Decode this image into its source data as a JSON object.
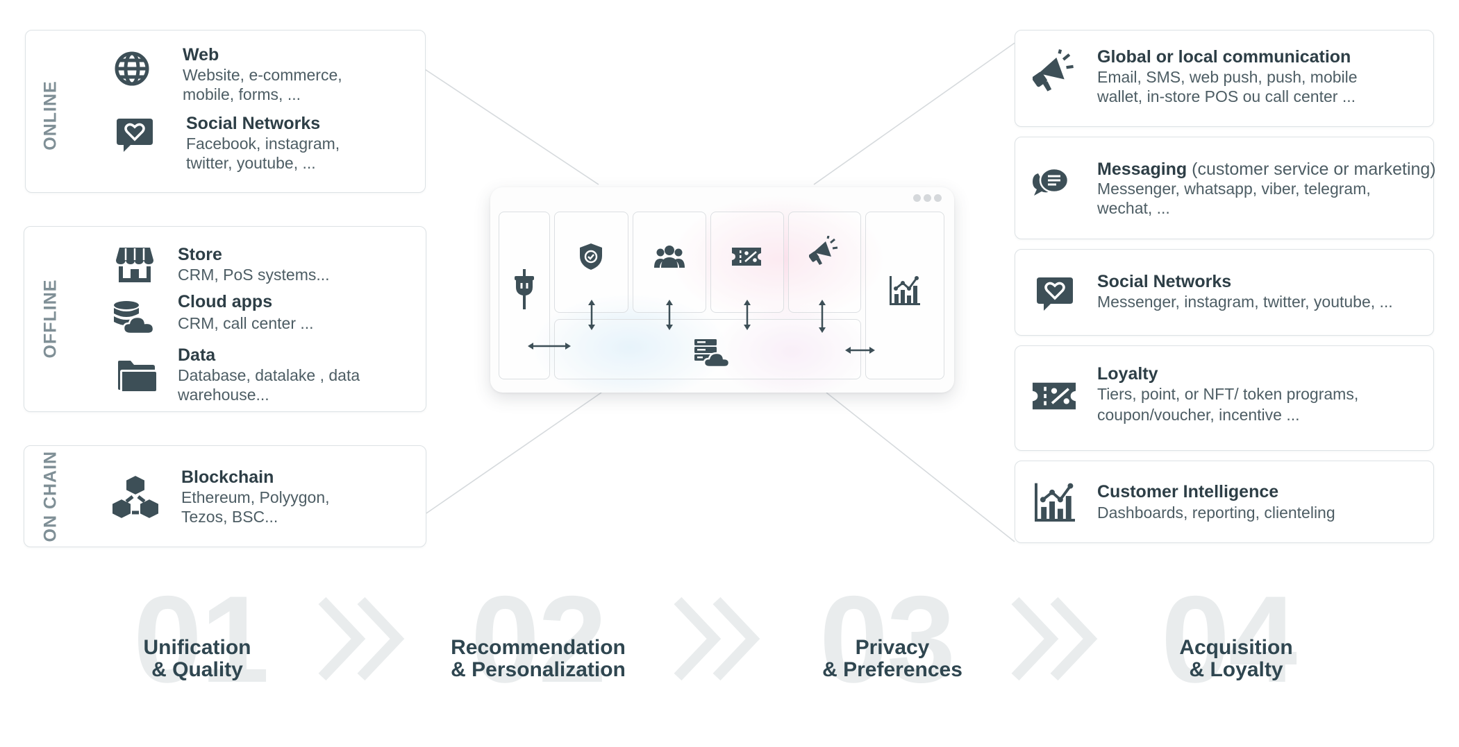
{
  "colors": {
    "icon": "#3d4f57",
    "border": "#dde2e5",
    "label": "#7f8f96",
    "numeral": "#e9eced"
  },
  "left": {
    "online": {
      "label": "ONLINE",
      "items": [
        {
          "icon": "globe-icon",
          "title": "Web",
          "desc1": "Website,  e-commerce,",
          "desc2": "mobile, forms, ..."
        },
        {
          "icon": "chat-heart-icon",
          "title": "Social Networks",
          "desc1": "Facebook, instagram,",
          "desc2": "twitter, youtube, ..."
        }
      ]
    },
    "offline": {
      "label": "OFFLINE",
      "items": [
        {
          "icon": "store-icon",
          "title": "Store",
          "desc1": "CRM, PoS systems..."
        },
        {
          "icon": "database-cloud-icon",
          "title": "Cloud apps",
          "desc1": "CRM, call center ..."
        },
        {
          "icon": "folder-icon",
          "title": "Data",
          "desc1": "Database, datalake , data",
          "desc2": "warehouse..."
        }
      ]
    },
    "onchain": {
      "label": "ON CHAIN",
      "items": [
        {
          "icon": "blockchain-icon",
          "title": "Blockchain",
          "desc1": "Ethereum, Polyygon,",
          "desc2": "Tezos, BSC..."
        }
      ]
    }
  },
  "right": [
    {
      "icon": "megaphone-icon",
      "title": "Global or local communication",
      "desc1": "Email, SMS, web push, push, mobile",
      "desc2": "wallet, in-store POS ou call center ..."
    },
    {
      "icon": "chat-bubbles-icon",
      "title": "Messaging",
      "title_note": " (customer service or marketing)",
      "desc1": "Messenger, whatsapp, viber, telegram,",
      "desc2": "wechat, ..."
    },
    {
      "icon": "chat-heart-icon",
      "title": "Social Networks",
      "desc1": "Messenger, instagram, twitter, youtube, ..."
    },
    {
      "icon": "coupon-icon",
      "title": "Loyalty",
      "desc1": "Tiers, point, or NFT/ token programs,",
      "desc2": "coupon/voucher,  incentive ..."
    },
    {
      "icon": "analytics-chart-icon",
      "title": "Customer Intelligence",
      "desc1": "Dashboards, reporting, clienteling"
    }
  ],
  "hub": {
    "modules": [
      "plug-icon",
      "shield-check-icon",
      "users-icon",
      "coupon-icon",
      "megaphone-icon",
      "analytics-chart-icon",
      "server-cloud-icon"
    ]
  },
  "steps": [
    {
      "number": "01",
      "line1": "Unification",
      "line2": "& Quality"
    },
    {
      "number": "02",
      "line1": "Recommendation",
      "line2": "& Personalization"
    },
    {
      "number": "03",
      "line1": "Privacy",
      "line2": "& Preferences"
    },
    {
      "number": "04",
      "line1": "Acquisition",
      "line2": "& Loyalty"
    }
  ]
}
